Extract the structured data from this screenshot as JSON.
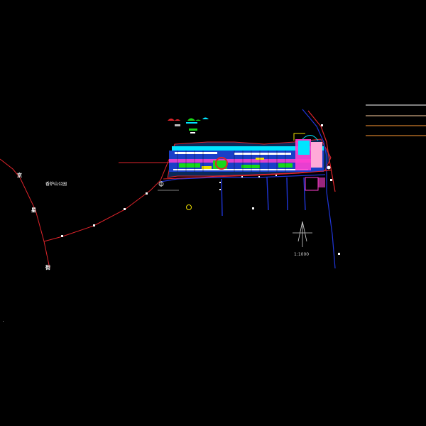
{
  "drawing": {
    "background_color": "#000000",
    "park_label": "香炉山公园",
    "road_chars": [
      "京",
      "星",
      "街"
    ],
    "scale_text": "1:1000",
    "north_arrow_icon": "north-arrow-icon",
    "compass_symbol_icon": "compass-symbol-icon",
    "colors": {
      "road_red": "#e0242b",
      "river_blue": "#1f35d8",
      "cyan": "#00e5ff",
      "magenta": "#ff3fd0",
      "green": "#18d818",
      "yellow": "#f0e000",
      "orange_line": "#ff9a33",
      "white": "#ffffff"
    }
  }
}
